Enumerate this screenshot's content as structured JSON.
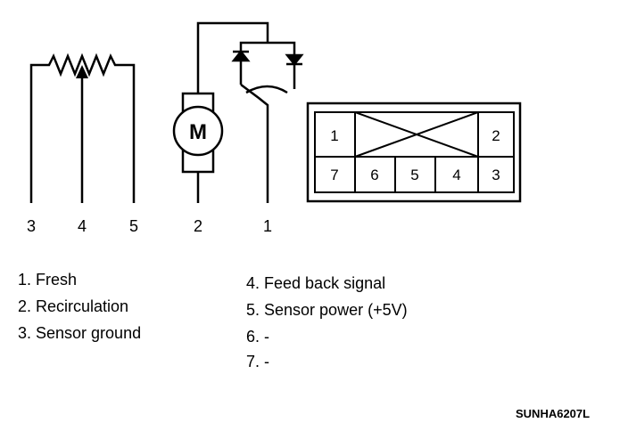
{
  "diagram": {
    "pin_labels": {
      "p3": "3",
      "p4": "4",
      "p5": "5",
      "p2": "2",
      "p1": "1"
    },
    "motor_label": "M",
    "connector_cells": {
      "c1": "1",
      "c2": "2",
      "c7": "7",
      "c6": "6",
      "c5": "5",
      "c4": "4",
      "c3": "3"
    }
  },
  "legend": {
    "left": [
      "1. Fresh",
      "2. Recirculation",
      "3. Sensor ground"
    ],
    "right": [
      "4. Feed back signal",
      "5. Sensor power (+5V)",
      "6. -",
      "7. -"
    ]
  },
  "ref_code": "SUNHA6207L"
}
